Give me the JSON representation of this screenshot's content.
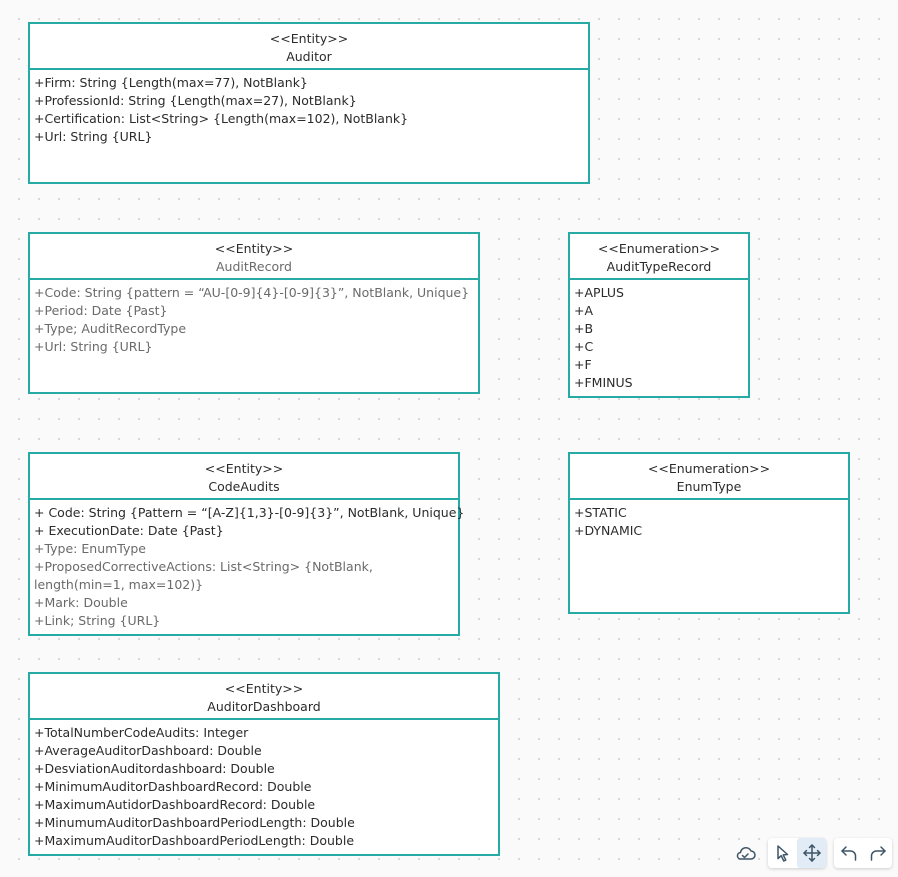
{
  "colors": {
    "border": "#26aaa6",
    "text": "#2b2b2b",
    "muted_text": "#6a6a6a",
    "icon": "#3d5566"
  },
  "classes": {
    "auditor": {
      "stereotype": "<<Entity>>",
      "name": "Auditor",
      "attributes": [
        "+Firm: String {Length(max=77), NotBlank}",
        "+ProfessionId: String {Length(max=27), NotBlank}",
        "+Certification: List<String> {Length(max=102), NotBlank}",
        "+Url: String {URL}"
      ]
    },
    "audit_record": {
      "stereotype": "<<Entity>>",
      "name": "AuditRecord",
      "attributes": [
        "+Code: String {pattern = “AU-[0-9]{4}-[0-9]{3}”, NotBlank, Unique}",
        "+Period: Date {Past}",
        "+Type; AuditRecordType",
        "+Url: String {URL}"
      ]
    },
    "audit_type_record": {
      "stereotype": "<<Enumeration>>",
      "name": "AuditTypeRecord",
      "literals": [
        "+APLUS",
        "+A",
        "+B",
        "+C",
        "+F",
        "+FMINUS"
      ]
    },
    "code_audits": {
      "stereotype": "<<Entity>>",
      "name": "CodeAudits",
      "attributes": [
        "+ Code: String {Pattern = “[A-Z]{1,3}-[0-9]{3}”, NotBlank, Unique}",
        "+ ExecutionDate: Date {Past}",
        "+Type: EnumType",
        "+ProposedCorrectiveActions: List<String> {NotBlank, length(min=1, max=102)}",
        "+Mark: Double",
        "+Link; String {URL}"
      ]
    },
    "enum_type": {
      "stereotype": "<<Enumeration>>",
      "name": "EnumType",
      "literals": [
        "+STATIC",
        "+DYNAMIC"
      ]
    },
    "auditor_dashboard": {
      "stereotype": "<<Entity>>",
      "name": "AuditorDashboard",
      "attributes": [
        "+TotalNumberCodeAudits: Integer",
        "+AverageAuditorDashboard: Double",
        "+DesviationAuditordashboard: Double",
        "+MinimumAuditorDashboardRecord: Double",
        "+MaximumAutidorDashboardRecord: Double",
        "+MinumumAuditorDashboardPeriodLength: Double",
        "+MaximumAuditorDashboardPeriodLength: Double"
      ]
    }
  },
  "toolbar": {
    "icons": [
      "cloud-icon",
      "pointer-icon",
      "move-icon",
      "undo-icon",
      "redo-icon"
    ],
    "active_tool": "move"
  }
}
